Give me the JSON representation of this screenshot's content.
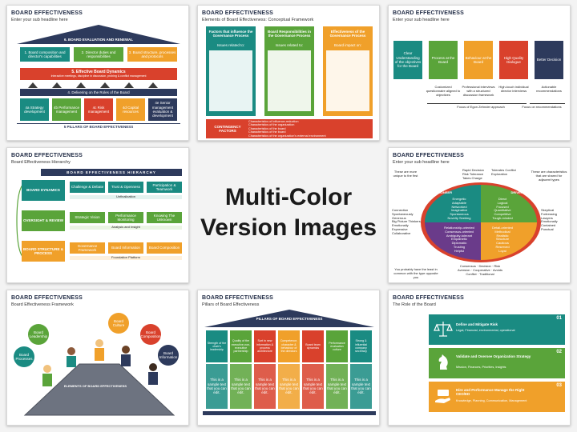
{
  "center": {
    "line1": "Multi-Color",
    "line2": "Version Images"
  },
  "colors": {
    "teal": "#1a8b82",
    "green": "#5aa43a",
    "orange": "#f0a02a",
    "red": "#d9412c",
    "navy": "#2d3a5c",
    "grey": "#6d7380",
    "purple": "#6a3b8a"
  },
  "slides": [
    {
      "title": "BOARD EFFECTIVENESS",
      "subtitle": "Enter your sub headline here",
      "roof": "6. BOARD EVALUATION AND RENEWAL",
      "row1": [
        "1. Board composition and director's capabilities",
        "2. Director duties and responsibilities",
        "3. Board structure, processes and protocols"
      ],
      "row2_title": "5. Effective Board Dynamics",
      "row2_sub": "Interactive meetings, discipline in discussion, probing & conflict management",
      "row3": "4. Delivering on the Roles of the Board",
      "pillars": [
        "4a Strategy development",
        "4b Performance management",
        "4c Risk management",
        "4d Capital resources",
        "4e Senior management evaluation & development"
      ],
      "base": "5 PILLARS OF BOARD EFFECTIVENESS"
    },
    {
      "title": "BOARD EFFECTIVENESS",
      "subtitle": "Elements of Board Effectiveness: Conceptual Framework",
      "cols": [
        "Factors that influence the Governance Process",
        "Board Responsibilities in the Governance Process",
        "Effectiveness of the Governance Process"
      ],
      "col_heads": [
        "Issues related to:",
        "Issues related to:",
        "Board impact on:"
      ],
      "footer_label": "CONTINGENCY FACTORS",
      "footer_items": [
        "Characteristics of influence-reduction",
        "Characteristics of the organization",
        "Characteristics of the board",
        "Characteristics of the board",
        "Characteristics of the organization's external environment"
      ]
    },
    {
      "title": "BOARD EFFECTIVENESS",
      "subtitle": "Enter your sub headline here",
      "steps": [
        "Clear Understanding of the objectives for the Board",
        "Process at the Board",
        "Behaviour at the Board",
        "High Quality Dialogue",
        "Better Decision"
      ],
      "notes": [
        "Customized questionnaire aligned to objectives",
        "Professional interviews with a structured discussion framework",
        "High-touch individual director interviews",
        "Actionable recommendations"
      ],
      "focus": [
        "Focus of Egon Zehnder approach",
        "Focus on recommendations"
      ]
    },
    {
      "title": "BOARD EFFECTIVENESS",
      "subtitle": "Board Effectiveness Hierarchy",
      "header": "BOARD EFFECTIVENESS HIERARCHY",
      "rows": [
        {
          "label": "BOARD DYNAMICS",
          "items": [
            "Challenge & Debate",
            "Trust & Openness",
            "Participation & Teamwork"
          ],
          "foot": "Unfinalization"
        },
        {
          "label": "OVERSIGHT & REVIEW",
          "items": [
            "Strategic Vision",
            "Performance Monitoring",
            "Knowing The Unknown"
          ],
          "foot": "Analysis and Insight"
        },
        {
          "label": "BOARD STRUCTURE & PROCESS",
          "items": [
            "Governance Framework",
            "Board Information",
            "Board Composition"
          ],
          "foot": "Foundation Platform"
        }
      ]
    },
    {
      "title": "BOARD EFFECTIVENESS",
      "subtitle": "Enter your sub headline here",
      "quadrants": [
        "PIONEER",
        "DRIVER",
        "INTEGRATOR",
        "GUARDIAN"
      ],
      "center_top": [
        "Rapid Decision",
        "Risk Tolerance",
        "Takes Charge"
      ],
      "center_top_right": [
        "Tolerates Conflict",
        "Exploration"
      ],
      "tl_items": [
        "Energetic",
        "Adaptable",
        "Networked",
        "Imaginative",
        "Spontaneous",
        "Novelty Seeking"
      ],
      "tr_items": [
        "Direct",
        "Logical",
        "Focused",
        "Quantitative",
        "Competitive",
        "Tough-minded"
      ],
      "bl_items": [
        "Relationship-oriented",
        "Consensus-oriented",
        "Ambiguity-tolerant",
        "Empathetic",
        "Diplomatic",
        "Trusting",
        "Helpful"
      ],
      "br_items": [
        "Detail-oriented",
        "Methodical",
        "Realistic",
        "Structure",
        "Cautious",
        "Reserved",
        "Loyal"
      ],
      "left_items": [
        "Connection",
        "Spontaneously Generous",
        "Big Picture Thinkers",
        "Emotionally Expressive",
        "Collaborative"
      ],
      "right_items": [
        "Skeptical",
        "Fortressing",
        "Lawyers",
        "Emotionally Contained",
        "Punctual"
      ],
      "bottom_items": [
        "Consensus",
        "Decision",
        "Risk Aversion",
        "Cooperative",
        "Avoids Conflict",
        "Traditional"
      ],
      "note_left": "These are more unique to the first",
      "note_right": "These are characteristics that are shared for adjacent types",
      "note_bottom": "You probably have the least in common with the type opposite you"
    },
    {
      "title": "BOARD EFFECTIVENESS",
      "subtitle": "Board Effectiveness Framework",
      "bubbles": [
        "Board Leadership",
        "Board Culture",
        "Board Composition",
        "Board Processes",
        "Board Information"
      ],
      "table_label": "ELEMENTS OF BOARD EFFECTIVENESS"
    },
    {
      "title": "BOARD EFFECTIVENESS",
      "subtitle": "Pillars of Board Effectiveness",
      "roof": "PILLARS OF BOARD EFFECTIVENESS",
      "pillars": [
        "Strength of the chair's leadership",
        "Quality of the executive-non-executive partnership",
        "Sort in new information & process architecture",
        "Competence, character & behaviour of the directors",
        "Board team dynamics",
        "Performance evaluation culture",
        "Strong & influential company secretary"
      ],
      "body": "This is a sample text that you can edit."
    },
    {
      "title": "BOARD EFFECTIVENESS",
      "subtitle": "The Role of the Board",
      "roles": [
        {
          "num": "01",
          "title": "Define and Mitigate Risk",
          "desc": "Legal, Financial, environmental, operational"
        },
        {
          "num": "02",
          "title": "Validate and Oversee Organization Strategy",
          "desc": "Mission, Finances, Priorities, Insights"
        },
        {
          "num": "03",
          "title": "Hire and Performance Manage the Right CEO/ED",
          "desc": "Knowledge, Planning, Communication, Management"
        }
      ]
    }
  ]
}
